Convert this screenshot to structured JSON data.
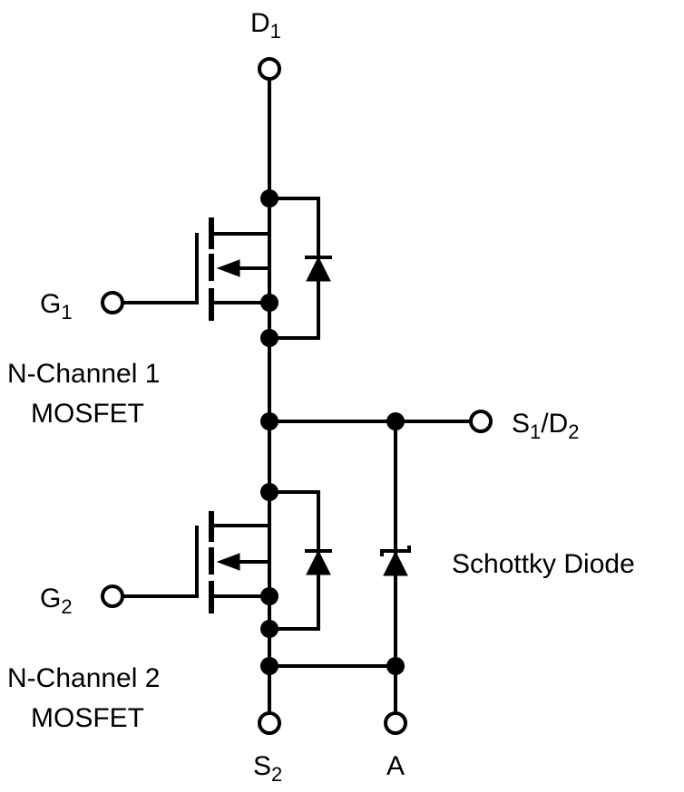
{
  "terminals": {
    "d1": {
      "main": "D",
      "sub": "1"
    },
    "g1": {
      "main": "G",
      "sub": "1"
    },
    "g2": {
      "main": "G",
      "sub": "2"
    },
    "s1d2": {
      "main1": "S",
      "sub1": "1",
      "sep": "/D",
      "sub2": "2"
    },
    "s2": {
      "main": "S",
      "sub": "2"
    },
    "a": {
      "main": "A"
    }
  },
  "labels": {
    "mosfet1_line1": "N-Channel 1",
    "mosfet1_line2": "MOSFET",
    "mosfet2_line1": "N-Channel 2",
    "mosfet2_line2": "MOSFET",
    "schottky": "Schottky Diode"
  }
}
